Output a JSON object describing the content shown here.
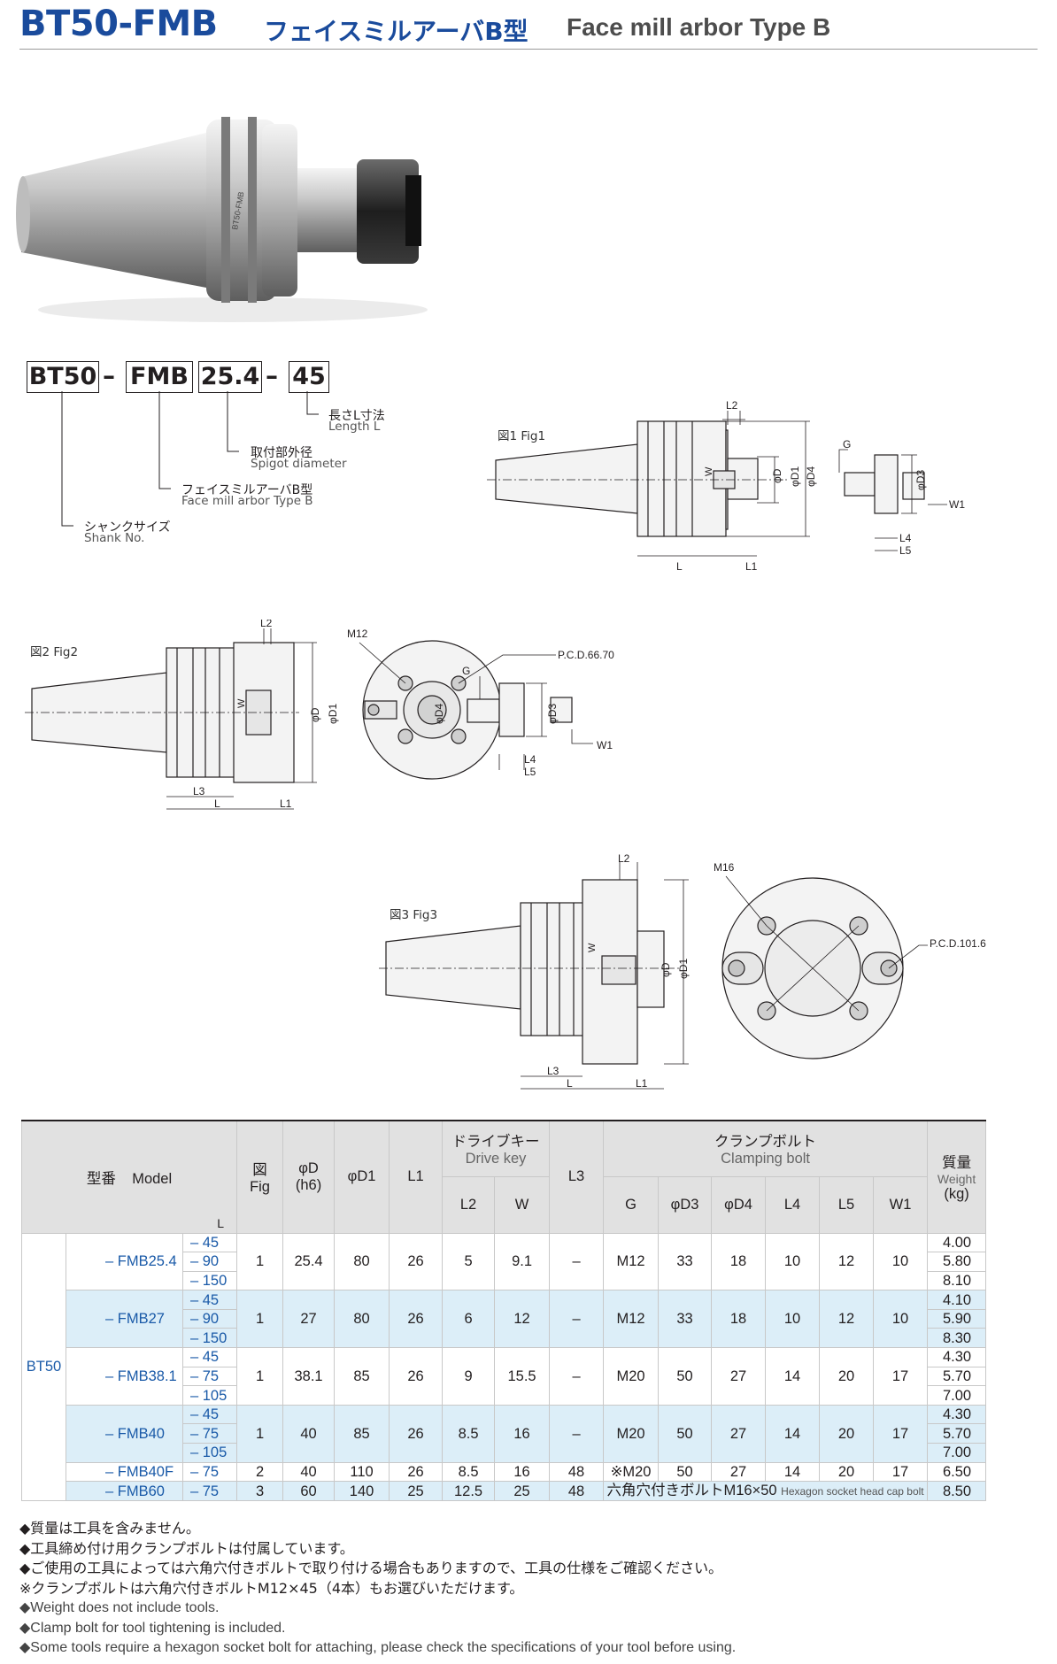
{
  "header": {
    "code": "BT50-FMB",
    "jp": "フェイスミルアーバB型",
    "en": "Face mill arbor Type B"
  },
  "model_code": {
    "parts": [
      "BT50",
      "FMB",
      "25.4",
      "45"
    ],
    "labels": [
      {
        "jp": "長さL寸法",
        "en": "Length L"
      },
      {
        "jp": "取付部外径",
        "en": "Spigot diameter"
      },
      {
        "jp": "フェイスミルアーバB型",
        "en": "Face mill arbor Type B"
      },
      {
        "jp": "シャンクサイズ",
        "en": "Shank No."
      }
    ]
  },
  "figures": {
    "fig1": {
      "title": "図1 Fig1",
      "dims": [
        "L2",
        "G",
        "W",
        "φD",
        "φD1",
        "φD4",
        "φD3",
        "L4",
        "L5",
        "W1",
        "L",
        "L1"
      ]
    },
    "fig2": {
      "title": "図2 Fig2",
      "dims": [
        "L2",
        "M12",
        "P.C.D.66.70",
        "G",
        "W",
        "φD",
        "φD1",
        "φD4",
        "φD3",
        "L4",
        "L5",
        "W1",
        "L3",
        "L",
        "L1"
      ]
    },
    "fig3": {
      "title": "図3 Fig3",
      "dims": [
        "L2",
        "M16",
        "P.C.D.101.6",
        "W",
        "φD",
        "φD1",
        "L3",
        "L",
        "L1"
      ]
    }
  },
  "table": {
    "headers": {
      "model_jp": "型番",
      "model_en": "Model",
      "l": "L",
      "fig_jp": "図",
      "fig_en": "Fig",
      "d": "φD",
      "d_tol": "(h6)",
      "d1": "φD1",
      "l1": "L1",
      "drive_jp": "ドライブキー",
      "drive_en": "Drive key",
      "l2": "L2",
      "w": "W",
      "l3": "L3",
      "clamp_jp": "クランプボルト",
      "clamp_en": "Clamping bolt",
      "g": "G",
      "d3": "φD3",
      "d4": "φD4",
      "l4": "L4",
      "l5": "L5",
      "w1": "W1",
      "weight_jp": "質量",
      "weight_en": "Weight",
      "weight_unit": "(kg)"
    },
    "shank": "BT50",
    "groups": [
      {
        "model": "– FMB25.4",
        "lengths": [
          "– 45",
          "– 90",
          "– 150"
        ],
        "weights": [
          "4.00",
          "5.80",
          "8.10"
        ],
        "fig": "1",
        "d": "25.4",
        "d1": "80",
        "l1": "26",
        "l2": "5",
        "w": "9.1",
        "l3": "–",
        "g": "M12",
        "d3": "33",
        "d4": "18",
        "l4": "10",
        "l5": "12",
        "w1": "10"
      },
      {
        "model": "– FMB27",
        "lengths": [
          "– 45",
          "– 90",
          "– 150"
        ],
        "weights": [
          "4.10",
          "5.90",
          "8.30"
        ],
        "fig": "1",
        "d": "27",
        "d1": "80",
        "l1": "26",
        "l2": "6",
        "w": "12",
        "l3": "–",
        "g": "M12",
        "d3": "33",
        "d4": "18",
        "l4": "10",
        "l5": "12",
        "w1": "10"
      },
      {
        "model": "– FMB38.1",
        "lengths": [
          "– 45",
          "– 75",
          "– 105"
        ],
        "weights": [
          "4.30",
          "5.70",
          "7.00"
        ],
        "fig": "1",
        "d": "38.1",
        "d1": "85",
        "l1": "26",
        "l2": "9",
        "w": "15.5",
        "l3": "–",
        "g": "M20",
        "d3": "50",
        "d4": "27",
        "l4": "14",
        "l5": "20",
        "w1": "17"
      },
      {
        "model": "– FMB40",
        "lengths": [
          "– 45",
          "– 75",
          "– 105"
        ],
        "weights": [
          "4.30",
          "5.70",
          "7.00"
        ],
        "fig": "1",
        "d": "40",
        "d1": "85",
        "l1": "26",
        "l2": "8.5",
        "w": "16",
        "l3": "–",
        "g": "M20",
        "d3": "50",
        "d4": "27",
        "l4": "14",
        "l5": "20",
        "w1": "17"
      }
    ],
    "fmb40f": {
      "model": "– FMB40F",
      "length": "– 75",
      "fig": "2",
      "d": "40",
      "d1": "110",
      "l1": "26",
      "l2": "8.5",
      "w": "16",
      "l3": "48",
      "g": "※M20",
      "d3": "50",
      "d4": "27",
      "l4": "14",
      "l5": "20",
      "w1": "17",
      "weight": "6.50"
    },
    "fmb60": {
      "model": "– FMB60",
      "length": "– 75",
      "fig": "3",
      "d": "60",
      "d1": "140",
      "l1": "25",
      "l2": "12.5",
      "w": "25",
      "l3": "48",
      "bolt_jp": "六角穴付きボルトM16×50",
      "bolt_en": "Hexagon socket head cap bolt",
      "weight": "8.50"
    }
  },
  "notes": [
    "◆質量は工具を含みません。",
    "◆工具締め付け用クランプボルトは付属しています。",
    "◆ご使用の工具によっては六角穴付きボルトで取り付ける場合もありますので、工具の仕様をご確認ください。",
    "※クランプボルトは六角穴付きボルトM12×45（4本）もお選びいただけます。",
    "◆Weight does not include tools.",
    "◆Clamp bolt for tool tightening is included.",
    "◆Some tools require a hexagon socket bolt for attaching, please check the specifications of your tool before using."
  ]
}
